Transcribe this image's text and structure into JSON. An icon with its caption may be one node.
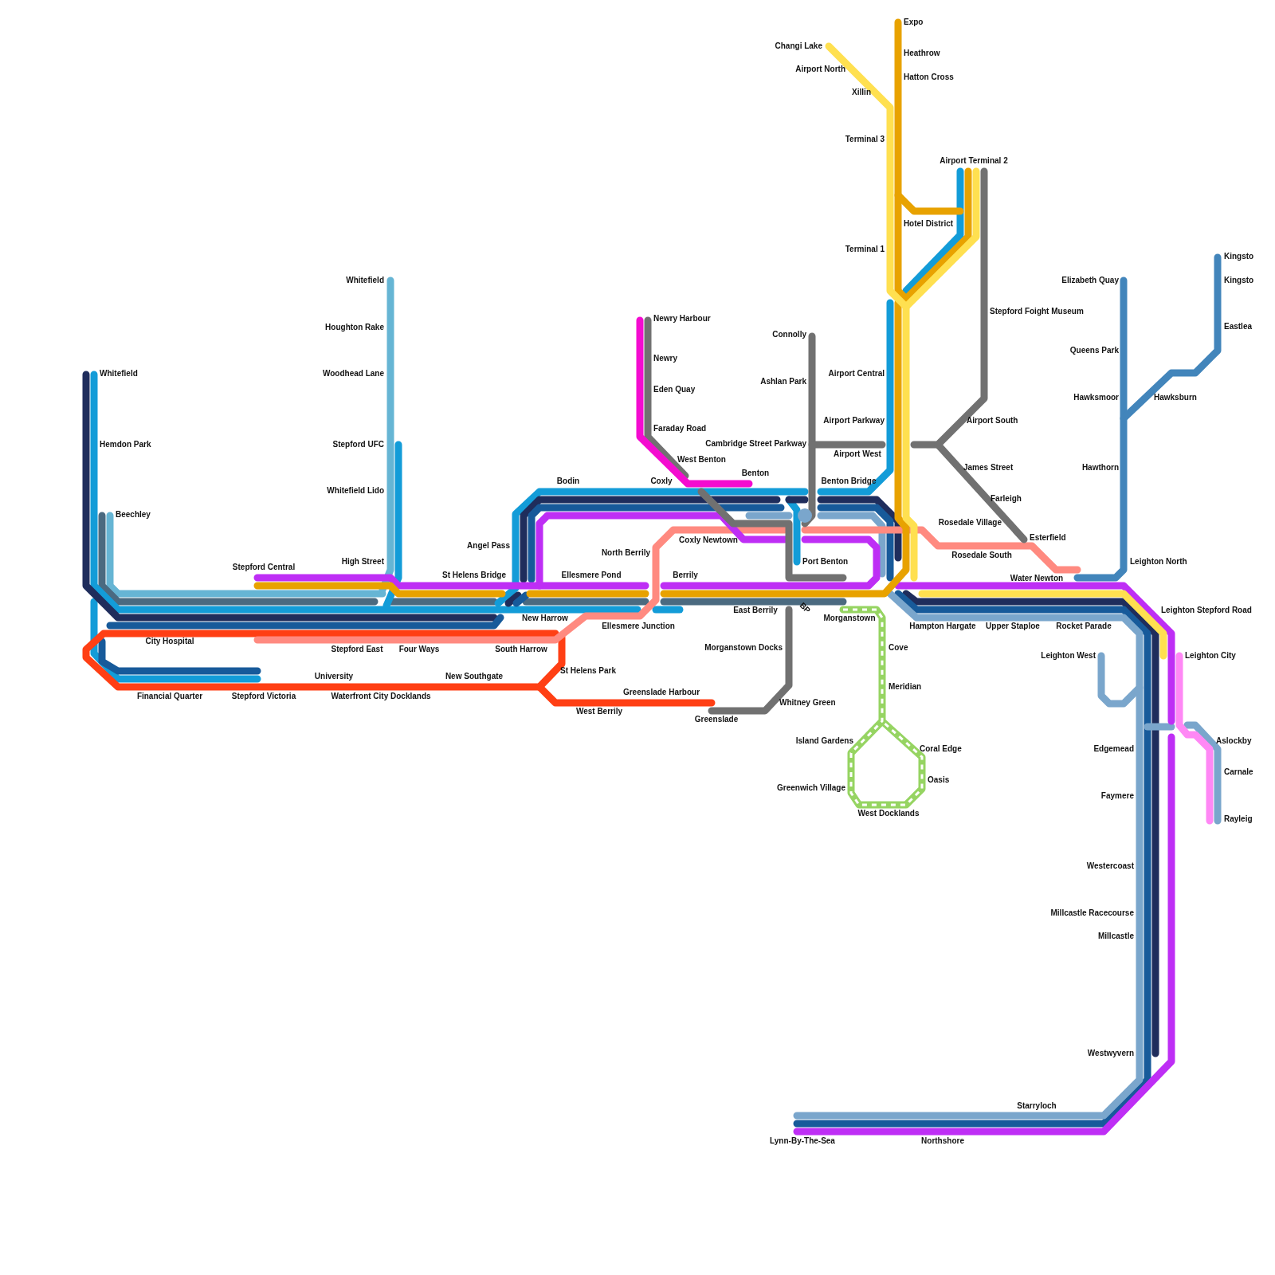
{
  "diagram": {
    "labels": [
      "Expo",
      "Changi Lake",
      "Heathrow",
      "Airport North",
      "Hatton Cross",
      "Xillin",
      "Terminal 3",
      "Airport Terminal 2",
      "Hotel District",
      "Terminal 1",
      "Kingsto",
      "Whitefield",
      "Elizabeth Quay",
      "Kingsto",
      "Houghton Rake",
      "Newry Harbour",
      "Stepford Foight Museum",
      "Connolly",
      "Eastlea",
      "Queens Park",
      "Newry",
      "Whitefield",
      "Woodhead Lane",
      "Airport Central",
      "Ashlan Park",
      "Eden Quay",
      "Hawksmoor",
      "Hawksburn",
      "Faraday Road",
      "Airport Parkway",
      "Airport South",
      "Hemdon Park",
      "Stepford UFC",
      "Cambridge Street Parkway",
      "Airport West",
      "West Benton",
      "James Street",
      "Hawthorn",
      "Benton",
      "Bodin",
      "Coxly",
      "Benton Bridge",
      "Whitefield Lido",
      "Farleigh",
      "Beechley",
      "Rosedale Village",
      "Esterfield",
      "Angel Pass",
      "Coxly Newtown",
      "North Berrily",
      "Rosedale South",
      "High Street",
      "Port Benton",
      "Leighton North",
      "Stepford Central",
      "St Helens Bridge",
      "Ellesmere Pond",
      "Berrily",
      "Water Newton",
      "New Harrow",
      "East Berrily",
      "BP",
      "Morganstown",
      "Leighton Stepford Road",
      "Ellesmere Junction",
      "Hampton Hargate",
      "Upper Staploe",
      "Rocket Parade",
      "City Hospital",
      "Stepford East",
      "Four Ways",
      "South Harrow",
      "Morganstown Docks",
      "Cove",
      "Leighton West",
      "Leighton City",
      "St Helens Park",
      "University",
      "New Southgate",
      "Meridian",
      "Greenslade Harbour",
      "Financial Quarter",
      "Stepford Victoria",
      "Waterfront City Docklands",
      "Whitney Green",
      "West Berrily",
      "Greenslade",
      "Island Gardens",
      "Coral Edge",
      "Edgemead",
      "Aslockby",
      "Carnale",
      "Oasis",
      "Greenwich Village",
      "Faymere",
      "West Docklands",
      "Rayleig",
      "Westercoast",
      "Millcastle Racecourse",
      "Millcastle",
      "Westwyvern",
      "Starryloch",
      "Lynn-By-The-Sea",
      "Northshore"
    ]
  }
}
